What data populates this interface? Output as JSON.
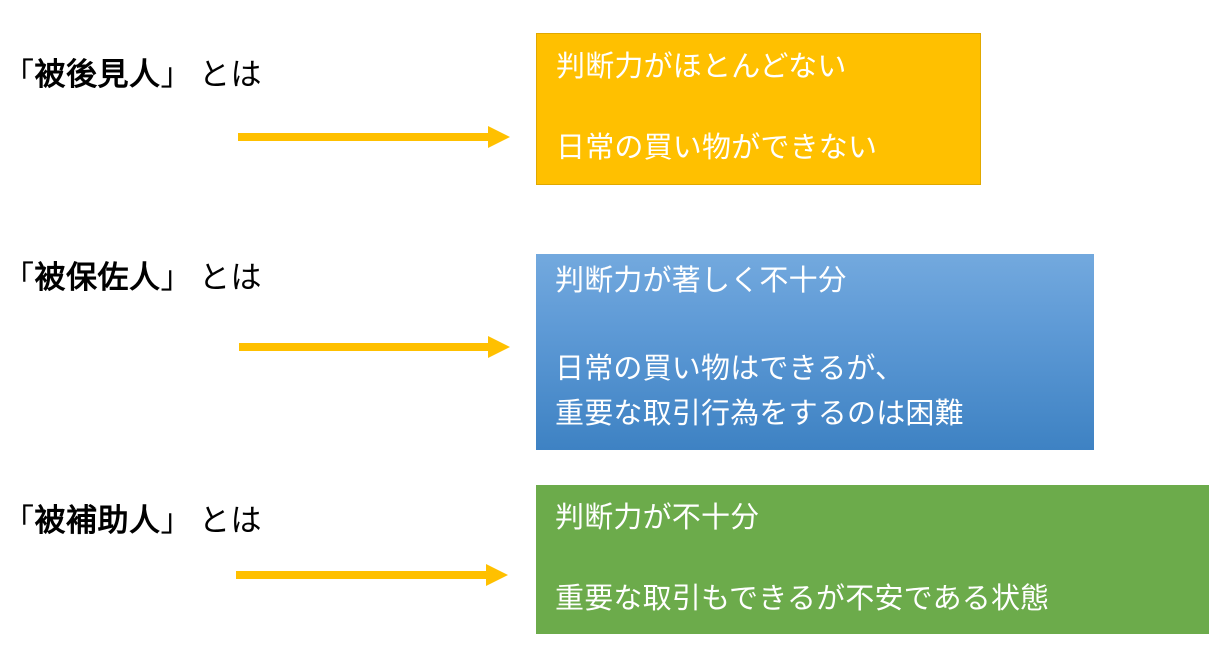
{
  "colors": {
    "arrow": "#FFC000",
    "ward_box": "#FFC000",
    "ward_box_border": "#E0A800",
    "assisted_box_top": "#73A9DE",
    "assisted_box_bottom": "#3E82C3",
    "supported_box": "#6CAB4B",
    "box_text": "#FFFFFF",
    "label_text": "#000000",
    "background": "#FFFFFF"
  },
  "rows": [
    {
      "id": "ward",
      "label": {
        "open_bracket": "「",
        "core": "被後見人",
        "close_bracket": "」",
        "suffix": "とは"
      },
      "arrow": "rightwards-arrow",
      "description_lines": [
        "判断力がほとんどない",
        "日常の買い物ができない"
      ]
    },
    {
      "id": "assisted",
      "label": {
        "open_bracket": "「",
        "core": "被保佐人",
        "close_bracket": "」",
        "suffix": "とは"
      },
      "arrow": "rightwards-arrow",
      "description_lines": [
        "判断力が著しく不十分",
        "日常の買い物はできるが、",
        "重要な取引行為をするのは困難"
      ]
    },
    {
      "id": "supported",
      "label": {
        "open_bracket": "「",
        "core": "被補助人",
        "close_bracket": "」",
        "suffix": "とは"
      },
      "arrow": "rightwards-arrow",
      "description_lines": [
        "判断力が不十分",
        "重要な取引もできるが不安である状態"
      ]
    }
  ]
}
